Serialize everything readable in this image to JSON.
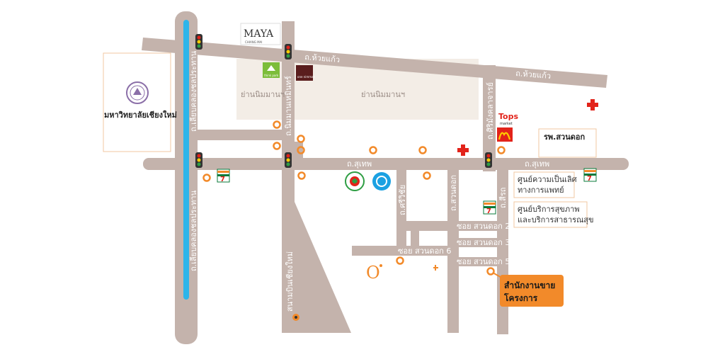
{
  "roads": {
    "huay_kaew_1": "ถ.ห้วยแก้ว",
    "huay_kaew_2": "ถ.ห้วยแก้ว",
    "klong_chonlaprathan_1": "ถ.เลียบคลองชลประทาน",
    "klong_chonlaprathan_2": "ถ.เลียบคลองชลประทาน",
    "nimmanhaemin": "ถ.นิมมานเหมินทร์",
    "sirimangkalajarn": "ถ.ศิริมังคลาจารย์",
    "suthep_1": "ถ.สุเทพ",
    "suthep_2": "ถ.สุเทพ",
    "srivichai": "ถ.ศรีวิชัย",
    "suan_dok": "ถ.สวนดอก",
    "saeng_rot": "ถ.สีรถ",
    "soi_suan_dok_2": "ซอย สวนดอก 2",
    "soi_suan_dok_3": "ซอย สวนดอก 3",
    "soi_suan_dok_5": "ซอย สวนดอก 5",
    "soi_suan_dok_6": "ซอย สวนดอก 6",
    "airport": "สนามบินเชียงใหม่"
  },
  "zones": {
    "nimman_1": "ย่านนิมมานฯ",
    "nimman_2": "ย่านนิมมานฯ"
  },
  "landmarks": {
    "university": "มหาวิทยาลัยเชียงใหม่",
    "maya_title": "MAYA",
    "maya_sub": "CHIANG MAI",
    "think_park": "think park",
    "one_nimman": "one nimman",
    "tops_1": "Tops",
    "tops_2": "market",
    "suan_dok_hospital": "รพ.สวนดอก",
    "medical_center_1": "ศูนย์ความเป็นเลิศ",
    "medical_center_2": "ทางการแพทย์",
    "health_center_1": "ศูนย์บริการสุขภาพ",
    "health_center_2": "และบริการสาธารณสุข",
    "seven_eleven": "7"
  },
  "sales_office": {
    "line1": "สำนักงานขาย",
    "line2": "โครงการ"
  },
  "colors": {
    "road": "#c4b3ac",
    "zone": "#f3ede6",
    "canal": "#2cb5ea",
    "poi": "#f28a2a",
    "cross": "#e2231a",
    "office": "#f28a2a"
  }
}
